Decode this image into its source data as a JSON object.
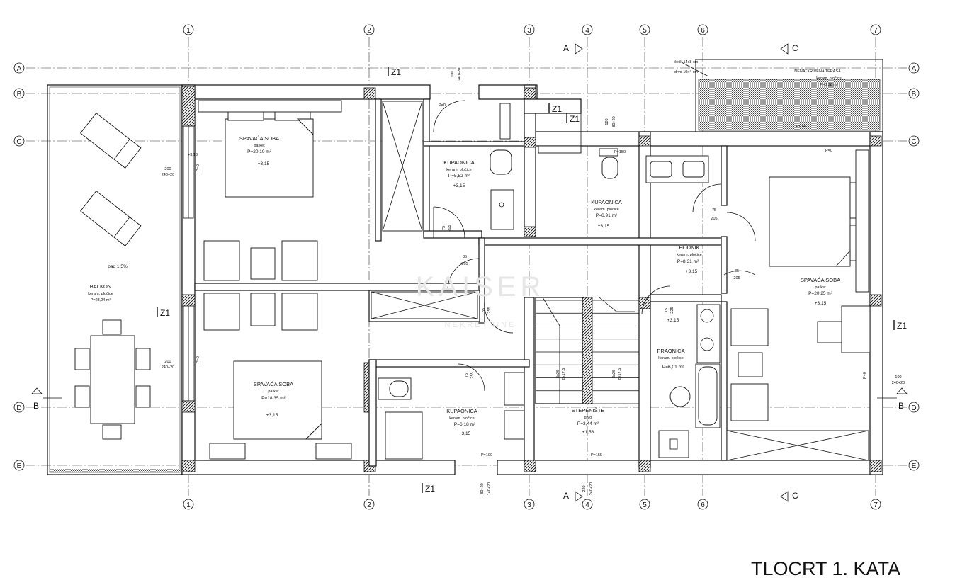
{
  "title": "TLOCRT 1. KATA",
  "watermark": "KAISER",
  "watermark_sub": "NEKRETNINE",
  "axes": {
    "columns": [
      "1",
      "2",
      "3",
      "4",
      "5",
      "6",
      "7"
    ],
    "rows": [
      "A",
      "B",
      "C",
      "D",
      "E"
    ]
  },
  "sections": {
    "a": "A",
    "b": "B",
    "c": "C",
    "z": "Z1"
  },
  "rooms": {
    "balkon": {
      "name": "BALKON",
      "finish": "keram. pločice",
      "area": "P=23,24 m²",
      "note": "pad 1,5%"
    },
    "bed1": {
      "name": "SPAVAĆA SOBA",
      "finish": "parket",
      "area": "P=20,10 m²",
      "level": "+3,15"
    },
    "bed2": {
      "name": "SPAVAĆA SOBA",
      "finish": "parket",
      "area": "P=18,35 m²",
      "level": "+3,15"
    },
    "bath1": {
      "name": "KUPAONICA",
      "finish": "keram. pločice",
      "area": "P=5,52 m²",
      "level": "+3,15"
    },
    "bath2": {
      "name": "KUPAONICA",
      "finish": "keram. pločice",
      "area": "P=6,91 m²",
      "level": "+3,15"
    },
    "bath3": {
      "name": "KUPAONICA",
      "finish": "keram. pločice",
      "area": "P=6,18 m²",
      "level": "+3,15"
    },
    "hall": {
      "name": "HODNIK",
      "finish": "keram. pločice",
      "area": "P=8,31 m²",
      "level": "+3,15"
    },
    "laundry": {
      "name": "PRAONICA",
      "finish": "keram. pločice",
      "area": "P=6,01 m²",
      "level": "+3,15"
    },
    "stairs": {
      "name": "STEPENIŠTE",
      "finish": "drvo",
      "area": "P=3,44 m²",
      "level": "+1,58"
    },
    "bed3": {
      "name": "SPAVAĆA SOBA",
      "finish": "parket",
      "area": "P=20,25 m²",
      "level": "+3,15"
    },
    "terrace": {
      "name": "NENATKRIVENA TERASA",
      "finish": "keram. pločice",
      "area": "P=8,28 m²"
    }
  },
  "notes": {
    "steel": "čelik 14x8 cm",
    "wood": "drvo 10x4 cm",
    "p0": "P=0",
    "p100": "P=100",
    "p150": "P=150",
    "p155": "P=155",
    "l313": "+3,13",
    "l314": "+3,14",
    "stair1": "8x26",
    "stair1b": "8x17,5",
    "win200": "200",
    "win240": "240+20",
    "win100": "100",
    "win220": "220",
    "win120": "120",
    "win80": "80+20",
    "win140": "140+20",
    "door205": "205",
    "door75": "75",
    "door85": "85",
    "door255": "255",
    "door225": "225"
  }
}
